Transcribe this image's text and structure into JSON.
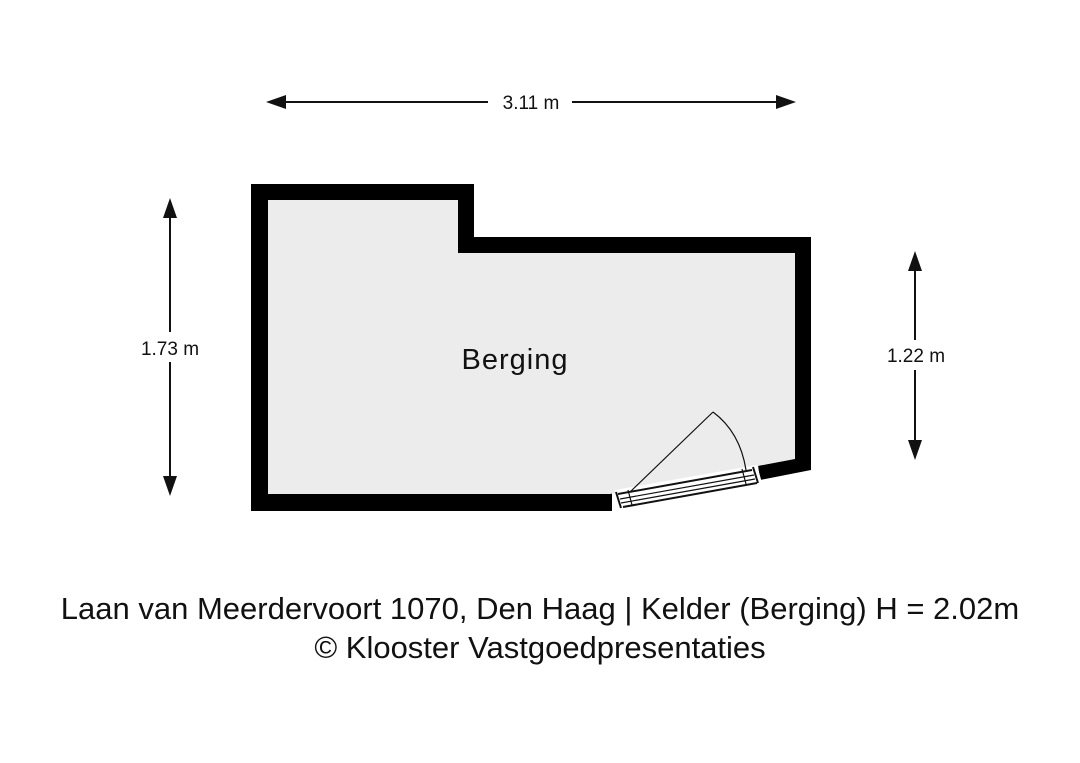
{
  "floorplan": {
    "room_name": "Berging",
    "dimensions": {
      "width": "3.11 m",
      "left_height": "1.73 m",
      "right_height": "1.22 m"
    },
    "caption": {
      "line1": "Laan van Meerdervoort 1070, Den Haag | Kelder (Berging) H = 2.02m",
      "line2": "© Klooster Vastgoedpresentaties"
    }
  },
  "colors": {
    "wall": "#000000",
    "floor": "#ececec",
    "text": "#111111"
  }
}
